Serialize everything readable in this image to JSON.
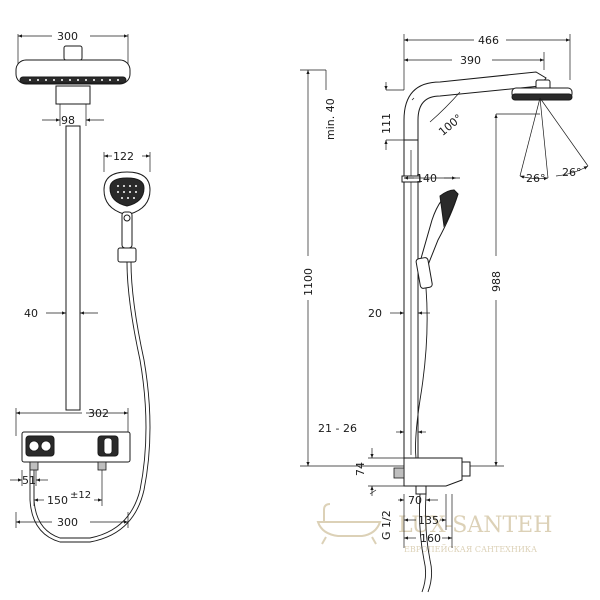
{
  "front_view": {
    "head_width": "300",
    "arm_diameter": "98",
    "pipe_offset": "40",
    "handshower_width": "122",
    "thermostat_width": "302",
    "outlet_offset": "51",
    "connection_spacing": "150",
    "connection_tolerance": "±12",
    "bottom_width": "300"
  },
  "side_view": {
    "total_projection": "466",
    "arm_projection": "390",
    "min_gap_label": "min. 40",
    "arm_height": "111",
    "arm_angle": "100°",
    "total_height": "1100",
    "outlet_height": "988",
    "spray_angle_left": "26°",
    "spray_angle_right": "26°",
    "handshower_depth": "140",
    "wall_gap": "20",
    "wall_distance": "21 - 26",
    "thermostat_height": "74",
    "thread": "G 1/2",
    "thermostat_depth": "70",
    "spout_depth": "135",
    "base_depth": "160"
  },
  "watermark": {
    "brand": "LUX-SANTEH",
    "tagline": "ЕВРОПЕЙСКАЯ САНТЕХНИКА"
  }
}
